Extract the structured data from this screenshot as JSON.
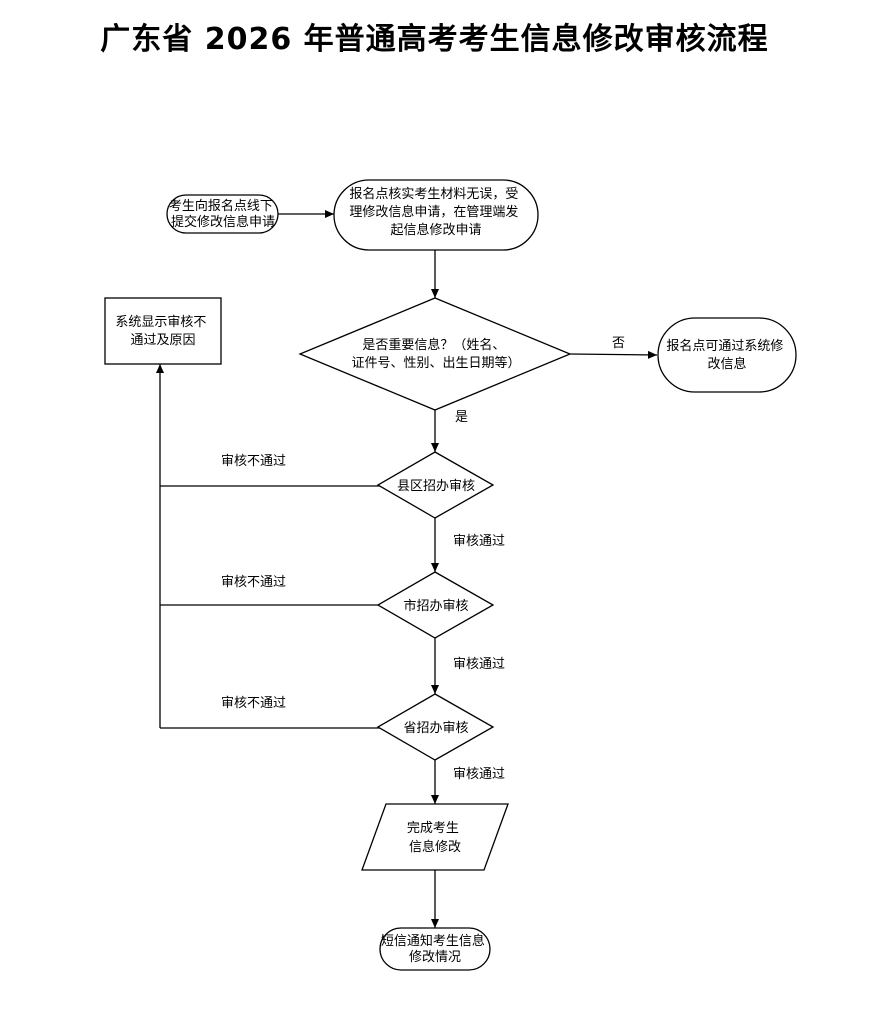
{
  "title": "广东省 2026 年普通高考考生信息修改审核流程",
  "nodes": {
    "start": [
      "考生向报名点线下",
      "提交修改信息申请"
    ],
    "verify": [
      "报名点核实考生材料无误，受",
      "理修改信息申请，在管理端发",
      "起信息修改申请"
    ],
    "decision": [
      "是否重要信息？（姓名、",
      "证件号、性别、出生日期等）"
    ],
    "self_edit": [
      "报名点可通过系统修",
      "改信息"
    ],
    "rejected": [
      "系统显示审核不",
      "通过及原因"
    ],
    "county": [
      "县区招办审核"
    ],
    "city": [
      "市招办审核"
    ],
    "province": [
      "省招办审核"
    ],
    "complete": [
      "完成考生",
      "信息修改"
    ],
    "sms": [
      "短信通知考生信息",
      "修改情况"
    ]
  },
  "edge_labels": {
    "no": "否",
    "yes": "是",
    "reject_1": "审核不通过",
    "reject_2": "审核不通过",
    "reject_3": "审核不通过",
    "pass_1": "审核通过",
    "pass_2": "审核通过",
    "pass_3": "审核通过"
  }
}
